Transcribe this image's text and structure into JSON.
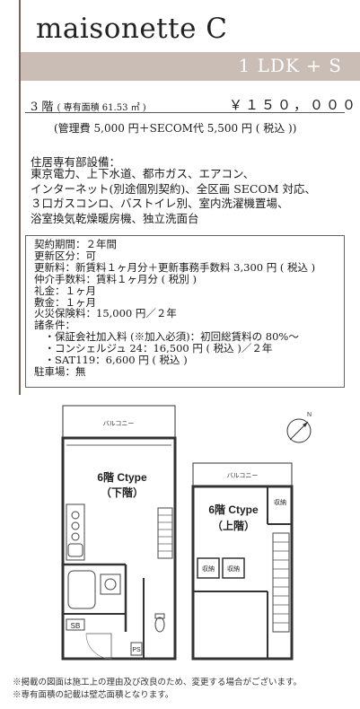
{
  "title": "maisonette C",
  "layout_type": "1 LDK + S",
  "unit": {
    "floor": "3 階",
    "area": "( 専有面積 61.53 ㎡ )",
    "price": "￥１５０，０００",
    "management": "(管理費 5,000 円＋SECOM代 5,500 円 ( 税込 ))"
  },
  "equipment": {
    "heading": "住居専有部設備：",
    "lines": [
      "東京電力、上下水道、都市ガス、エアコン、",
      "インターネット(別途個別契約)、全区画 SECOM 対応、",
      "３口ガスコンロ、バストイレ別、室内洗濯機置場、",
      "浴室換気乾燥暖房機、独立洗面台"
    ]
  },
  "terms": [
    "契約期間：２年間",
    "更新区分：可",
    "更新料：新賃料１ヶ月分＋更新事務手数料 3,300 円 ( 税込 )",
    "仲介手数料：賃料１ヶ月分 ( 税別 )",
    "礼金：１ヶ月",
    "敷金：１ヶ月",
    "火災保険料：15,000 円／２年",
    "諸条件：",
    "　・保証会社加入料 (※加入必須)：初回総賃料の 80%～",
    "　・コンシェルジュ 24：16,500 円 ( 税込 )／２年",
    "　・SAT119：6,600 円 ( 税込 )",
    "駐車場：無"
  ],
  "floorplan": {
    "lower": {
      "balcony": "バルコニー",
      "label": "6階 Ctype",
      "sub": "（下階）",
      "sb": "SB",
      "ps": "PS"
    },
    "upper": {
      "balcony": "バルコニー",
      "label": "6階 Ctype",
      "sub": "（上階）",
      "storage": "収納"
    },
    "compass": "N"
  },
  "notes": [
    "※掲載の図面は施工上の理由及び改良のため、変更する場合がございます。",
    "※専有面積の記載は壁芯面積となります。"
  ]
}
